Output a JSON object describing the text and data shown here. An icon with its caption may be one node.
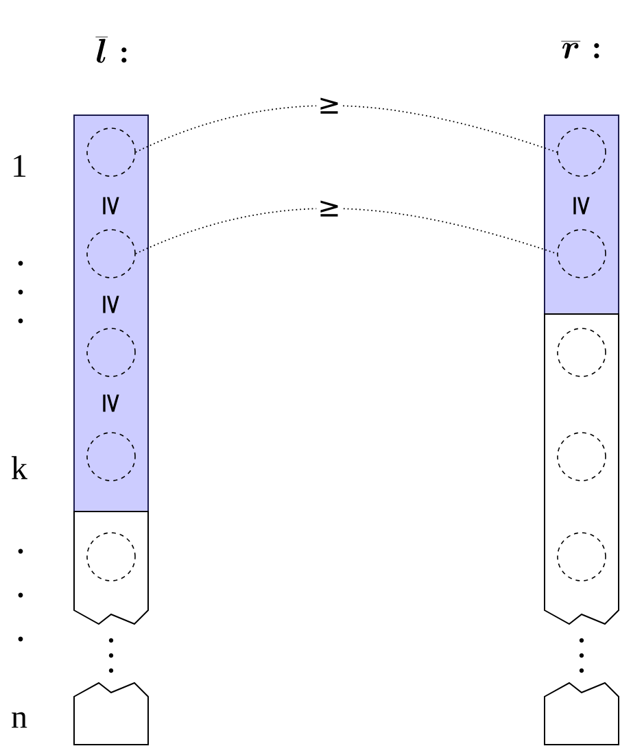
{
  "diagram": {
    "nodes": [
      {
        "text": [],
        "shape": "bar"
      },
      {
        "text": [],
        "shape": "circle",
        "in": 0
      },
      {
        "text": [],
        "shape": "circle",
        "in": 0
      },
      {
        "text": [],
        "shape": "circle",
        "in": 0
      },
      {
        "text": [],
        "shape": "circle",
        "in": 0
      },
      {
        "text": [],
        "shape": "bar"
      },
      {
        "text": [],
        "shape": "circle",
        "in": 5
      },
      {
        "text": [],
        "shape": "bar"
      },
      {
        "text": [],
        "shape": "circle",
        "in": 7
      },
      {
        "text": [],
        "shape": "circle",
        "in": 7
      },
      {
        "text": [],
        "shape": "bar"
      },
      {
        "text": [],
        "shape": "circle",
        "in": 10
      },
      {
        "text": [],
        "shape": "circle",
        "in": 10
      },
      {
        "text": [],
        "shape": "circle",
        "in": 10
      }
    ],
    "edges": [
      {
        "from": 1,
        "to": 8,
        "arrow": "none",
        "label": "≥"
      },
      {
        "from": 2,
        "to": 9,
        "arrow": "none",
        "label": "≥"
      }
    ],
    "labels": [
      "\\overline{l}:",
      "\\overline{r}:",
      "1",
      "≥",
      "≥",
      "≥",
      "≥",
      "k",
      "n"
    ]
  }
}
